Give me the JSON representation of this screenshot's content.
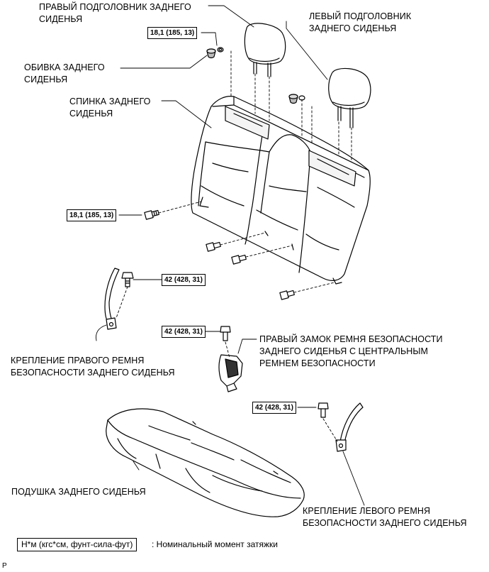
{
  "labels": {
    "right_headrest": "ПРАВЫЙ ПОДГОЛОВНИК ЗАДНЕГО\nСИДЕНЬЯ",
    "left_headrest": "ЛЕВЫЙ ПОДГОЛОВНИК\nЗАДНЕГО СИДЕНЬЯ",
    "seat_trim": "ОБИВКА ЗАДНЕГО\nСИДЕНЬЯ",
    "seatback": "СПИНКА ЗАДНЕГО\nСИДЕНЬЯ",
    "right_belt_anchor": "КРЕПЛЕНИЕ ПРАВОГО РЕМНЯ\nБЕЗОПАСНОСТИ ЗАДНЕГО СИДЕНЬЯ",
    "right_buckle": "ПРАВЫЙ ЗАМОК РЕМНЯ БЕЗОПАСНОСТИ\nЗАДНЕГО СИДЕНЬЯ С ЦЕНТРАЛЬНЫМ\nРЕМНЕМ БЕЗОПАСНОСТИ",
    "cushion": "ПОДУШКА ЗАДНЕГО СИДЕНЬЯ",
    "left_belt_anchor": "КРЕПЛЕНИЕ ЛЕВОГО РЕМНЯ\nБЕЗОПАСНОСТИ ЗАДНЕГО СИДЕНЬЯ"
  },
  "torques": {
    "headrest_area": "18,1 (185, 13)",
    "seatback_bolt": "18,1 (185, 13)",
    "right_anchor_bolt": "42 (428, 31)",
    "buckle_bolt": "42 (428, 31)",
    "left_anchor_bolt": "42 (428, 31)"
  },
  "legend": {
    "unit_box": "Н*м (кгс*см, фунт-сила-фут)",
    "description": ": Номинальный момент затяжки"
  },
  "figure_code": "P"
}
